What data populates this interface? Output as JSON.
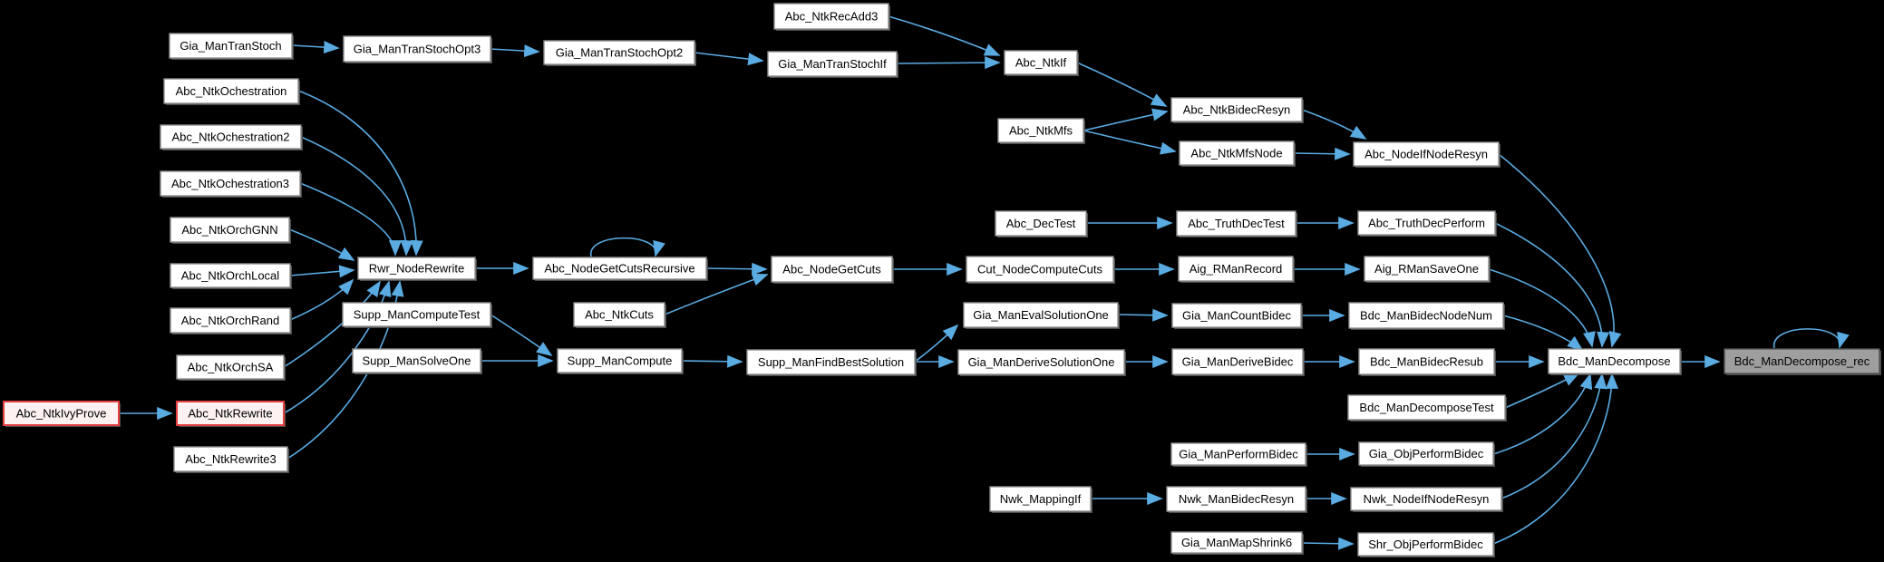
{
  "diagram_type": "function-call-graph",
  "colors": {
    "background": "#000000",
    "node_fill": "#ffffff",
    "node_border": "#8f8f8f",
    "node_text": "#000000",
    "highlight_fill": "#fdf1f1",
    "highlight_border": "#e53e3e",
    "focus_fill": "#9e9e9e",
    "focus_border": "#525252",
    "edge": "#5aabe2"
  },
  "nodes": [
    {
      "label": "Abc_NtkIvyProve",
      "style": "highlight"
    },
    {
      "label": "Gia_ManTranStoch",
      "style": "normal"
    },
    {
      "label": "Abc_NtkOchestration",
      "style": "normal"
    },
    {
      "label": "Abc_NtkOchestration2",
      "style": "normal"
    },
    {
      "label": "Abc_NtkOchestration3",
      "style": "normal"
    },
    {
      "label": "Abc_NtkOrchGNN",
      "style": "normal"
    },
    {
      "label": "Abc_NtkOrchLocal",
      "style": "normal"
    },
    {
      "label": "Abc_NtkOrchRand",
      "style": "normal"
    },
    {
      "label": "Abc_NtkOrchSA",
      "style": "normal"
    },
    {
      "label": "Abc_NtkRewrite",
      "style": "highlight"
    },
    {
      "label": "Abc_NtkRewrite3",
      "style": "normal"
    },
    {
      "label": "Gia_ManTranStochOpt3",
      "style": "normal"
    },
    {
      "label": "Rwr_NodeRewrite",
      "style": "normal"
    },
    {
      "label": "Supp_ManComputeTest",
      "style": "normal"
    },
    {
      "label": "Supp_ManSolveOne",
      "style": "normal"
    },
    {
      "label": "Gia_ManTranStochOpt2",
      "style": "normal"
    },
    {
      "label": "Abc_NodeGetCutsRecursive",
      "style": "normal"
    },
    {
      "label": "Abc_NtkCuts",
      "style": "normal"
    },
    {
      "label": "Supp_ManCompute",
      "style": "normal"
    },
    {
      "label": "Abc_NtkRecAdd3",
      "style": "normal"
    },
    {
      "label": "Gia_ManTranStochIf",
      "style": "normal"
    },
    {
      "label": "Abc_NodeGetCuts",
      "style": "normal"
    },
    {
      "label": "Supp_ManFindBestSolution",
      "style": "normal"
    },
    {
      "label": "Abc_NtkIf",
      "style": "normal"
    },
    {
      "label": "Abc_NtkMfs",
      "style": "normal"
    },
    {
      "label": "Abc_DecTest",
      "style": "normal"
    },
    {
      "label": "Cut_NodeComputeCuts",
      "style": "normal"
    },
    {
      "label": "Gia_ManEvalSolutionOne",
      "style": "normal"
    },
    {
      "label": "Gia_ManDeriveSolutionOne",
      "style": "normal"
    },
    {
      "label": "Nwk_MappingIf",
      "style": "normal"
    },
    {
      "label": "Abc_NtkBidecResyn",
      "style": "normal"
    },
    {
      "label": "Abc_NtkMfsNode",
      "style": "normal"
    },
    {
      "label": "Abc_TruthDecTest",
      "style": "normal"
    },
    {
      "label": "Aig_RManRecord",
      "style": "normal"
    },
    {
      "label": "Gia_ManCountBidec",
      "style": "normal"
    },
    {
      "label": "Gia_ManDeriveBidec",
      "style": "normal"
    },
    {
      "label": "Gia_ManPerformBidec",
      "style": "normal"
    },
    {
      "label": "Nwk_ManBidecResyn",
      "style": "normal"
    },
    {
      "label": "Gia_ManMapShrink6",
      "style": "normal"
    },
    {
      "label": "Abc_NodeIfNodeResyn",
      "style": "normal"
    },
    {
      "label": "Abc_TruthDecPerform",
      "style": "normal"
    },
    {
      "label": "Aig_RManSaveOne",
      "style": "normal"
    },
    {
      "label": "Bdc_ManBidecNodeNum",
      "style": "normal"
    },
    {
      "label": "Bdc_ManBidecResub",
      "style": "normal"
    },
    {
      "label": "Bdc_ManDecomposeTest",
      "style": "normal"
    },
    {
      "label": "Gia_ObjPerformBidec",
      "style": "normal"
    },
    {
      "label": "Nwk_NodeIfNodeResyn",
      "style": "normal"
    },
    {
      "label": "Shr_ObjPerformBidec",
      "style": "normal"
    },
    {
      "label": "Bdc_ManDecompose",
      "style": "normal"
    },
    {
      "label": "Bdc_ManDecompose_rec",
      "style": "focus"
    }
  ],
  "edges": [
    {
      "from": "Abc_NtkIvyProve",
      "to": "Abc_NtkRewrite"
    },
    {
      "from": "Gia_ManTranStoch",
      "to": "Gia_ManTranStochOpt3"
    },
    {
      "from": "Gia_ManTranStochOpt3",
      "to": "Gia_ManTranStochOpt2"
    },
    {
      "from": "Gia_ManTranStochOpt2",
      "to": "Gia_ManTranStochIf"
    },
    {
      "from": "Abc_NtkRecAdd3",
      "to": "Abc_NtkIf"
    },
    {
      "from": "Gia_ManTranStochIf",
      "to": "Abc_NtkIf"
    },
    {
      "from": "Abc_NtkIf",
      "to": "Abc_NtkBidecResyn"
    },
    {
      "from": "Abc_NtkMfs",
      "to": "Abc_NtkBidecResyn"
    },
    {
      "from": "Abc_NtkMfs",
      "to": "Abc_NtkMfsNode"
    },
    {
      "from": "Abc_NtkBidecResyn",
      "to": "Abc_NodeIfNodeResyn"
    },
    {
      "from": "Abc_NtkMfsNode",
      "to": "Abc_NodeIfNodeResyn"
    },
    {
      "from": "Abc_NtkOchestration",
      "to": "Rwr_NodeRewrite"
    },
    {
      "from": "Abc_NtkOchestration2",
      "to": "Rwr_NodeRewrite"
    },
    {
      "from": "Abc_NtkOchestration3",
      "to": "Rwr_NodeRewrite"
    },
    {
      "from": "Abc_NtkOrchGNN",
      "to": "Rwr_NodeRewrite"
    },
    {
      "from": "Abc_NtkOrchLocal",
      "to": "Rwr_NodeRewrite"
    },
    {
      "from": "Abc_NtkOrchRand",
      "to": "Rwr_NodeRewrite"
    },
    {
      "from": "Abc_NtkOrchSA",
      "to": "Rwr_NodeRewrite"
    },
    {
      "from": "Abc_NtkRewrite",
      "to": "Rwr_NodeRewrite"
    },
    {
      "from": "Abc_NtkRewrite3",
      "to": "Rwr_NodeRewrite"
    },
    {
      "from": "Rwr_NodeRewrite",
      "to": "Abc_NodeGetCutsRecursive"
    },
    {
      "from": "Abc_NodeGetCutsRecursive",
      "to": "Abc_NodeGetCutsRecursive"
    },
    {
      "from": "Abc_NodeGetCutsRecursive",
      "to": "Abc_NodeGetCuts"
    },
    {
      "from": "Abc_NtkCuts",
      "to": "Abc_NodeGetCuts"
    },
    {
      "from": "Abc_NodeGetCuts",
      "to": "Cut_NodeComputeCuts"
    },
    {
      "from": "Cut_NodeComputeCuts",
      "to": "Aig_RManRecord"
    },
    {
      "from": "Aig_RManRecord",
      "to": "Aig_RManSaveOne"
    },
    {
      "from": "Supp_ManComputeTest",
      "to": "Supp_ManCompute"
    },
    {
      "from": "Supp_ManSolveOne",
      "to": "Supp_ManCompute"
    },
    {
      "from": "Supp_ManCompute",
      "to": "Supp_ManFindBestSolution"
    },
    {
      "from": "Supp_ManFindBestSolution",
      "to": "Gia_ManEvalSolutionOne"
    },
    {
      "from": "Supp_ManFindBestSolution",
      "to": "Gia_ManDeriveSolutionOne"
    },
    {
      "from": "Gia_ManEvalSolutionOne",
      "to": "Gia_ManCountBidec"
    },
    {
      "from": "Gia_ManDeriveSolutionOne",
      "to": "Gia_ManDeriveBidec"
    },
    {
      "from": "Gia_ManCountBidec",
      "to": "Bdc_ManBidecNodeNum"
    },
    {
      "from": "Gia_ManDeriveBidec",
      "to": "Bdc_ManBidecResub"
    },
    {
      "from": "Abc_DecTest",
      "to": "Abc_TruthDecTest"
    },
    {
      "from": "Abc_TruthDecTest",
      "to": "Abc_TruthDecPerform"
    },
    {
      "from": "Gia_ManPerformBidec",
      "to": "Gia_ObjPerformBidec"
    },
    {
      "from": "Nwk_MappingIf",
      "to": "Nwk_ManBidecResyn"
    },
    {
      "from": "Nwk_ManBidecResyn",
      "to": "Nwk_NodeIfNodeResyn"
    },
    {
      "from": "Gia_ManMapShrink6",
      "to": "Shr_ObjPerformBidec"
    },
    {
      "from": "Abc_NodeIfNodeResyn",
      "to": "Bdc_ManDecompose"
    },
    {
      "from": "Abc_TruthDecPerform",
      "to": "Bdc_ManDecompose"
    },
    {
      "from": "Aig_RManSaveOne",
      "to": "Bdc_ManDecompose"
    },
    {
      "from": "Bdc_ManBidecNodeNum",
      "to": "Bdc_ManDecompose"
    },
    {
      "from": "Bdc_ManBidecResub",
      "to": "Bdc_ManDecompose"
    },
    {
      "from": "Bdc_ManDecomposeTest",
      "to": "Bdc_ManDecompose"
    },
    {
      "from": "Gia_ObjPerformBidec",
      "to": "Bdc_ManDecompose"
    },
    {
      "from": "Nwk_NodeIfNodeResyn",
      "to": "Bdc_ManDecompose"
    },
    {
      "from": "Shr_ObjPerformBidec",
      "to": "Bdc_ManDecompose"
    },
    {
      "from": "Bdc_ManDecompose",
      "to": "Bdc_ManDecompose_rec"
    },
    {
      "from": "Bdc_ManDecompose_rec",
      "to": "Bdc_ManDecompose_rec"
    }
  ]
}
